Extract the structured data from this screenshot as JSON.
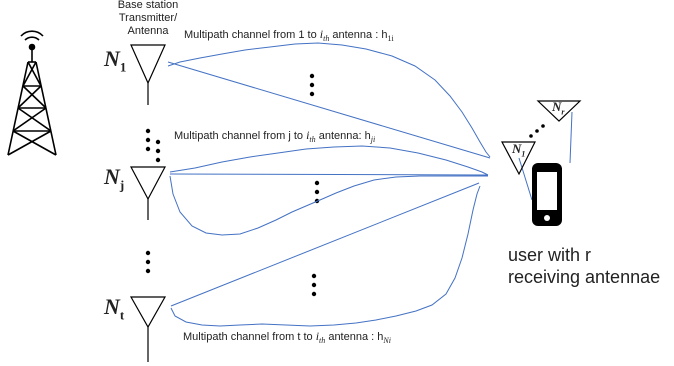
{
  "header": {
    "base_station_line1": "Base station",
    "base_station_line2": "Transmitter/",
    "base_station_line3": "Antenna"
  },
  "antennas": {
    "n1": {
      "symbol": "N",
      "sub": "1"
    },
    "nj": {
      "symbol": "N",
      "sub": "j"
    },
    "nt": {
      "symbol": "N",
      "sub": "t"
    }
  },
  "receiver": {
    "ant_a": {
      "symbol": "N",
      "sub": "1"
    },
    "ant_b": {
      "symbol": "N",
      "sub": "r"
    },
    "user_line1": "user with r",
    "user_line2": "receiving antennae"
  },
  "channels": {
    "from1": {
      "text": "Multipath channel from 1 to ",
      "i": "i",
      "th": "th",
      "mid": " antenna : h",
      "sub": "1i"
    },
    "fromj": {
      "text": "Multipath channel from j to ",
      "i": "i",
      "th": "th",
      "mid": " antenna: h",
      "sub": "ji"
    },
    "fromt": {
      "text": "Multipath channel from t to ",
      "i": "i",
      "th": "th",
      "mid": " antenna : h",
      "sub": "Ni"
    }
  },
  "colors": {
    "line": "#4472c4",
    "stroke": "#000000"
  }
}
